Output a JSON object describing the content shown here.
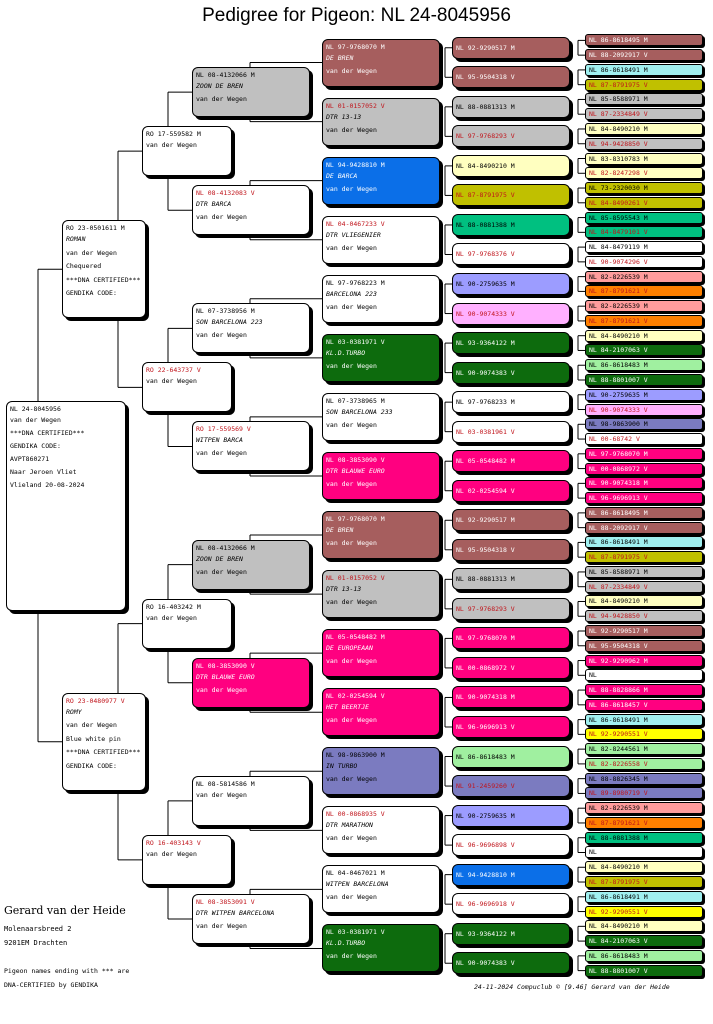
{
  "title": "Pedigree for Pigeon: NL  24-8045956",
  "subject": {
    "ring": "NL  24-8045956",
    "lines": [
      "",
      "van der Wegen",
      "",
      "***DNA CERTIFIED***",
      "GENDIKA CODE:",
      "AVPT860271",
      "Naar Jeroen Vliet",
      "Vlieland 20-08-2024"
    ]
  },
  "gen1": [
    {
      "ring": "RO  23-0501611 M",
      "lines": [
        "ROMAN",
        "van der Wegen",
        "Chequered",
        "***DNA CERTIFIED***",
        "GENDIKA CODE:"
      ]
    },
    {
      "ring": "RO  23-0480977 V",
      "lines": [
        "ROMY",
        "van der Wegen",
        "Blue white pin",
        "***DNA CERTIFIED***",
        "GENDIKA CODE:"
      ]
    }
  ],
  "gen2": [
    {
      "ring": "RO  17-559582 M",
      "lines": [
        "",
        "van der Wegen"
      ]
    },
    {
      "ring": "RO  22-643737 V",
      "lines": [
        "",
        "van der Wegen"
      ]
    },
    {
      "ring": "RO  16-403242 M",
      "lines": [
        "",
        "van der Wegen"
      ]
    },
    {
      "ring": "RO  16-403143 V",
      "lines": [
        "",
        "van der Wegen"
      ]
    }
  ],
  "gen3": [
    {
      "ring": "NL  08-4132066 M",
      "name": "ZOON DE BREN",
      "breeder": "van der Wegen",
      "color": "#c0c0c0"
    },
    {
      "ring": "NL  08-4132083 V",
      "name": "DTR BARCA",
      "breeder": "van der Wegen",
      "color": "#ffffff"
    },
    {
      "ring": "NL  07-3738956 M",
      "name": "SON BARCELONA 223",
      "breeder": "van der Wegen",
      "color": "#ffffff"
    },
    {
      "ring": "RO  17-559569 V",
      "name": "WITPEN BARCA",
      "breeder": "van der Wegen",
      "color": "#ffffff"
    },
    {
      "ring": "NL  08-4132066 M",
      "name": "ZOON DE BREN",
      "breeder": "van der Wegen",
      "color": "#c0c0c0"
    },
    {
      "ring": "NL  08-3853090 V",
      "name": "DTR BLAUWE EURO",
      "breeder": "van der Wegen",
      "color": "#ff0080"
    },
    {
      "ring": "NL  08-5814586 M",
      "name": "",
      "breeder": "van der Wegen",
      "color": "#ffffff"
    },
    {
      "ring": "NL  08-3853091 V",
      "name": "DTR WITPEN BARCELONA",
      "breeder": "van der Wegen",
      "color": "#ffffff"
    }
  ],
  "gen4": [
    {
      "ring": "NL  97-9768070 M",
      "name": "DE BREN",
      "breeder": "van der Wegen",
      "color": "#a65e5e"
    },
    {
      "ring": "NL  01-0157052 V",
      "name": "DTR 13-13",
      "breeder": "van der Wegen",
      "color": "#c0c0c0"
    },
    {
      "ring": "NL  94-9428810 M",
      "name": "DE BARCA",
      "breeder": "van der Wegen",
      "color": "#0b6fe8"
    },
    {
      "ring": "NL  04-0467233 V",
      "name": "DTR VLIEGENIER",
      "breeder": "van der Wegen",
      "color": "#ffffff"
    },
    {
      "ring": "NL  97-9768223 M",
      "name": "BARCELONA 223",
      "breeder": "van der Wegen",
      "color": "#ffffff"
    },
    {
      "ring": "NL  03-0381971 V",
      "name": "KL.D.TURBO",
      "breeder": "van der Wegen",
      "color": "#0d6b0d"
    },
    {
      "ring": "NL  07-3738965 M",
      "name": "SON BARCELONA 233",
      "breeder": "van der Wegen",
      "color": "#ffffff"
    },
    {
      "ring": "NL  08-3853090 V",
      "name": "DTR BLAUWE EURO",
      "breeder": "van der Wegen",
      "color": "#ff0080"
    },
    {
      "ring": "NL  97-9768070 M",
      "name": "DE BREN",
      "breeder": "van der Wegen",
      "color": "#a65e5e"
    },
    {
      "ring": "NL  01-0157052 V",
      "name": "DTR 13-13",
      "breeder": "van der Wegen",
      "color": "#c0c0c0"
    },
    {
      "ring": "NL  05-0548482 M",
      "name": "DE EUROPEAAN",
      "breeder": "van der Wegen",
      "color": "#ff0080"
    },
    {
      "ring": "NL  02-0254594 V",
      "name": "HET BEERTJE",
      "breeder": "van der Wegen",
      "color": "#ff0080"
    },
    {
      "ring": "NL  98-9863900 M",
      "name": "IN TURBO",
      "breeder": "van der Wegen",
      "color": "#7b7bc0"
    },
    {
      "ring": "NL  00-0868935 V",
      "name": "DTR MARATHON",
      "breeder": "van der Wegen",
      "color": "#ffffff"
    },
    {
      "ring": "NL  04-0467021 M",
      "name": "WITPEN BARCELONA",
      "breeder": "van der Wegen",
      "color": "#ffffff"
    },
    {
      "ring": "NL  03-0381971 V",
      "name": "KL.D.TURBO",
      "breeder": "van der Wegen",
      "color": "#0d6b0d"
    }
  ],
  "gen5": [
    {
      "ring": "NL  92-9290517 M",
      "color": "#a65e5e"
    },
    {
      "ring": "NL  95-9504318 V",
      "color": "#a65e5e"
    },
    {
      "ring": "NL  88-0881313 M",
      "color": "#c0c0c0"
    },
    {
      "ring": "NL  97-9768293 V",
      "color": "#c0c0c0"
    },
    {
      "ring": "NL  84-8490210 M",
      "color": "#ffffc0"
    },
    {
      "ring": "NL  87-8791975 V",
      "color": "#c0c000"
    },
    {
      "ring": "NL  88-0881388 M",
      "color": "#00c080"
    },
    {
      "ring": "NL  97-9768376 V",
      "color": "#ffffff"
    },
    {
      "ring": "NL  90-2759635 M",
      "color": "#9c9cff"
    },
    {
      "ring": "NL  90-9074333 V",
      "color": "#ffb0ff"
    },
    {
      "ring": "NL  93-9364122 M",
      "color": "#0d6b0d"
    },
    {
      "ring": "NL  90-9074383 V",
      "color": "#0d6b0d"
    },
    {
      "ring": "NL  97-9768233 M",
      "color": "#ffffff"
    },
    {
      "ring": "NL  03-0381961 V",
      "color": "#ffffff"
    },
    {
      "ring": "NL  05-0548482 M",
      "color": "#ff0080"
    },
    {
      "ring": "NL  02-0254594 V",
      "color": "#ff0080"
    },
    {
      "ring": "NL  92-9290517 M",
      "color": "#a65e5e"
    },
    {
      "ring": "NL  95-9504318 V",
      "color": "#a65e5e"
    },
    {
      "ring": "NL  88-0881313 M",
      "color": "#c0c0c0"
    },
    {
      "ring": "NL  97-9768293 V",
      "color": "#c0c0c0"
    },
    {
      "ring": "NL  97-9768070 M",
      "color": "#ff0080"
    },
    {
      "ring": "NL  00-0868972 V",
      "color": "#ff0080"
    },
    {
      "ring": "NL  90-9074318 M",
      "color": "#ff0080"
    },
    {
      "ring": "NL  96-9696913 V",
      "color": "#ff0080"
    },
    {
      "ring": "NL  86-8618483 M",
      "color": "#a0f0a0"
    },
    {
      "ring": "NL  91-2459260 V",
      "color": "#7b7bc0"
    },
    {
      "ring": "NL  90-2759635 M",
      "color": "#9c9cff"
    },
    {
      "ring": "NL  96-9696898 V",
      "color": "#ffffff"
    },
    {
      "ring": "NL  94-9428810 M",
      "color": "#0b6fe8"
    },
    {
      "ring": "NL  96-9696918 V",
      "color": "#ffffff"
    },
    {
      "ring": "NL  93-9364122 M",
      "color": "#0d6b0d"
    },
    {
      "ring": "NL  90-9074383 V",
      "color": "#0d6b0d"
    }
  ],
  "gen6": [
    {
      "ring": "NL  86-8618495 M",
      "color": "#a65e5e"
    },
    {
      "ring": "NL  88-2092917 V",
      "color": "#a65e5e"
    },
    {
      "ring": "NL  86-8618491 M",
      "color": "#a0f0f0"
    },
    {
      "ring": "NL  87-8791975 V",
      "color": "#c0c000"
    },
    {
      "ring": "NL  85-8588971 M",
      "color": "#c0c0c0"
    },
    {
      "ring": "NL  87-2334849 V",
      "color": "#c0c0c0"
    },
    {
      "ring": "NL  84-8490210 M",
      "color": "#ffffc0"
    },
    {
      "ring": "NL  94-9428850 V",
      "color": "#c0c0c0"
    },
    {
      "ring": "NL  83-8310783 M",
      "color": "#ffffc0"
    },
    {
      "ring": "NL  82-8247298 V",
      "color": "#ffffc0"
    },
    {
      "ring": "NL  73-2320030 M",
      "color": "#c0c000"
    },
    {
      "ring": "NL  84-8490261 V",
      "color": "#c0c000"
    },
    {
      "ring": "NL  85-8595543 M",
      "color": "#00c080"
    },
    {
      "ring": "NL  84-8479101 V",
      "color": "#00c080"
    },
    {
      "ring": "NL  84-8479119 M",
      "color": "#ffffff"
    },
    {
      "ring": "NL  90-9074296 V",
      "color": "#ffffff"
    },
    {
      "ring": "NL  82-8226539 M",
      "color": "#ff9c9c"
    },
    {
      "ring": "NL  87-8791621 V",
      "color": "#ff8000"
    },
    {
      "ring": "NL  82-8226539 M",
      "color": "#ff9c9c"
    },
    {
      "ring": "NL  87-8791621 V",
      "color": "#ff8000"
    },
    {
      "ring": "NL  84-8490210 M",
      "color": "#ffffc0"
    },
    {
      "ring": "NL  84-2107063 V",
      "color": "#0d6b0d"
    },
    {
      "ring": "NL  86-8618483 M",
      "color": "#a0f0a0"
    },
    {
      "ring": "NL  88-8801007 V",
      "color": "#0d6b0d"
    },
    {
      "ring": "NL  90-2759635 M",
      "color": "#9c9cff"
    },
    {
      "ring": "NL  90-9074333 V",
      "color": "#ffb0ff"
    },
    {
      "ring": "NL  98-9863900 M",
      "color": "#7b7bc0"
    },
    {
      "ring": "NL  00-68742 V",
      "color": "#ffffff"
    },
    {
      "ring": "NL  97-9768070 M",
      "color": "#ff0080"
    },
    {
      "ring": "NL  00-0868972 V",
      "color": "#ff0080"
    },
    {
      "ring": "NL  90-9074318 M",
      "color": "#ff0080"
    },
    {
      "ring": "NL  96-9696913 V",
      "color": "#ff0080"
    },
    {
      "ring": "NL  86-8618495 M",
      "color": "#a65e5e"
    },
    {
      "ring": "NL  88-2092917 V",
      "color": "#a65e5e"
    },
    {
      "ring": "NL  86-8618491 M",
      "color": "#a0f0f0"
    },
    {
      "ring": "NL  87-8791975 V",
      "color": "#c0c000"
    },
    {
      "ring": "NL  85-8588971 M",
      "color": "#c0c0c0"
    },
    {
      "ring": "NL  87-2334849 V",
      "color": "#c0c0c0"
    },
    {
      "ring": "NL  84-8490210 M",
      "color": "#ffffc0"
    },
    {
      "ring": "NL  94-9428850 V",
      "color": "#c0c0c0"
    },
    {
      "ring": "NL  92-9290517 M",
      "color": "#a65e5e"
    },
    {
      "ring": "NL  95-9504318 V",
      "color": "#a65e5e"
    },
    {
      "ring": "NL  92-9290962 M",
      "color": "#ff0080"
    },
    {
      "ring": "NL  ",
      "color": "#ffffff"
    },
    {
      "ring": "NL  88-8828866 M",
      "color": "#ff0080"
    },
    {
      "ring": "NL  86-8618457 V",
      "color": "#ff0080"
    },
    {
      "ring": "NL  86-8618491 M",
      "color": "#a0f0f0"
    },
    {
      "ring": "NL  92-9290551 V",
      "color": "#ffff00"
    },
    {
      "ring": "NL  82-8244561 M",
      "color": "#a0f0a0"
    },
    {
      "ring": "NL  82-8226558 V",
      "color": "#a0f0a0"
    },
    {
      "ring": "NL  88-8826345 M",
      "color": "#7b7bc0"
    },
    {
      "ring": "NL  89-8980719 V",
      "color": "#7b7bc0"
    },
    {
      "ring": "NL  82-8226539 M",
      "color": "#ff9c9c"
    },
    {
      "ring": "NL  87-8791621 V",
      "color": "#ff8000"
    },
    {
      "ring": "NL  88-0881388 M",
      "color": "#00c080"
    },
    {
      "ring": "NL  ",
      "color": "#ffffff"
    },
    {
      "ring": "NL  84-8490210 M",
      "color": "#ffffc0"
    },
    {
      "ring": "NL  87-8791975 V",
      "color": "#c0c000"
    },
    {
      "ring": "NL  86-8618491 M",
      "color": "#a0f0f0"
    },
    {
      "ring": "NL  92-9290551 V",
      "color": "#ffff00"
    },
    {
      "ring": "NL  84-8490210 M",
      "color": "#ffffc0"
    },
    {
      "ring": "NL  84-2107063 V",
      "color": "#0d6b0d"
    },
    {
      "ring": "NL  86-8618483 M",
      "color": "#a0f0a0"
    },
    {
      "ring": "NL  88-8801007 V",
      "color": "#0d6b0d"
    }
  ],
  "owner": {
    "name": "Gerard van der Heide",
    "address": "Molenaarsbreed 2",
    "city": "9201EM  Drachten"
  },
  "footnote": [
    "Pigeon names ending with *** are",
    "DNA-CERTIFIED by GENDIKA"
  ],
  "printline": "24-11-2024   Compuclub © [9.46]  Gerard van der Heide"
}
